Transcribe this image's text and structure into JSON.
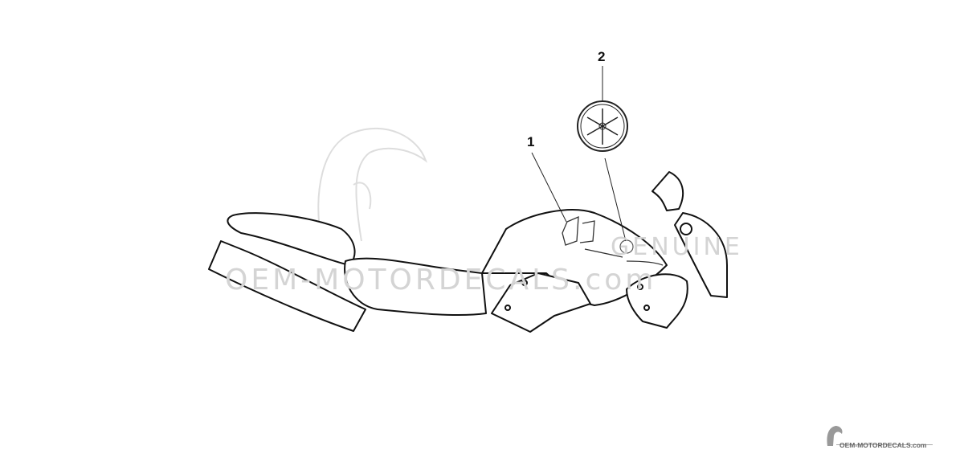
{
  "diagram": {
    "callouts": [
      {
        "number": "1",
        "part": "tank-graphic-decal"
      },
      {
        "number": "2",
        "part": "tuning-fork-emblem"
      }
    ],
    "watermark": {
      "line1": "GENUINE",
      "line2": "OEM-MOTORDECALS.com"
    },
    "footer_logo_text": "OEM-MOTORDECALS.com",
    "colors": {
      "line": "#111111",
      "watermark": "#d4d4d4"
    }
  }
}
